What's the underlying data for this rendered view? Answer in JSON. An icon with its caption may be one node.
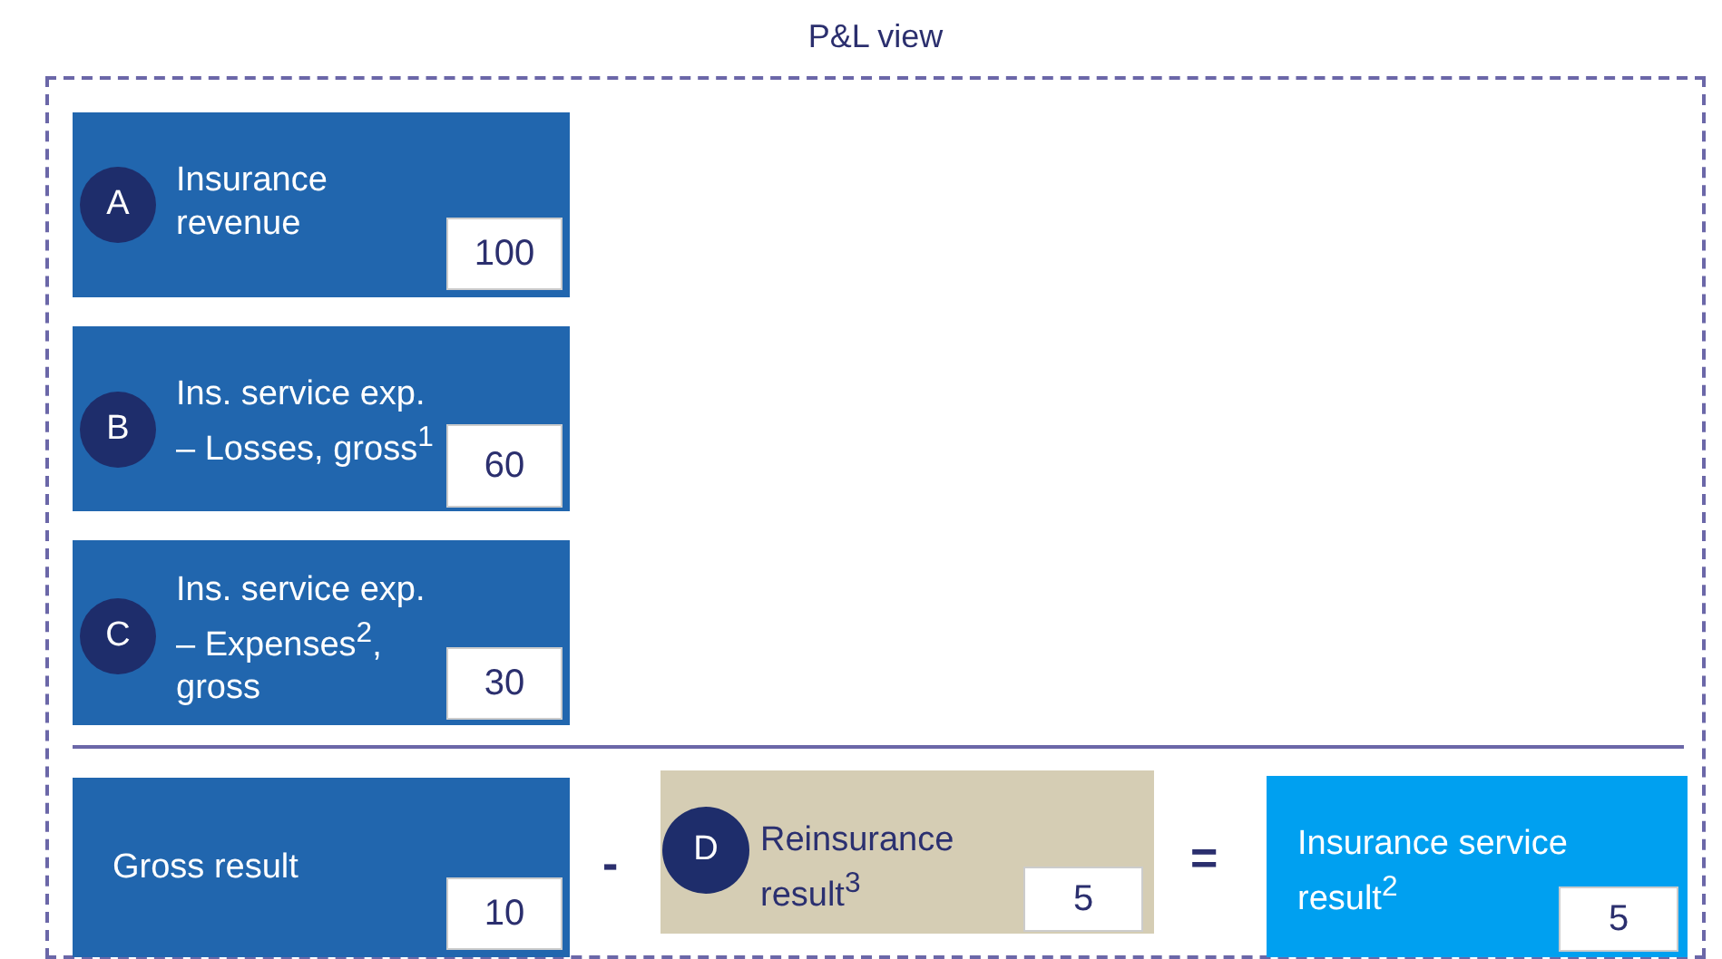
{
  "diagram": {
    "nodes": [
      {
        "text": [
          "P&L view"
        ]
      },
      {
        "text": [
          "Insurance revenue"
        ],
        "in": 0
      },
      {
        "text": [
          "A"
        ],
        "in": 1
      },
      {
        "text": [
          "100"
        ],
        "in": 1
      },
      {
        "text": [
          "Ins. service exp. – Losses, gross$^{1}$"
        ],
        "in": 0
      },
      {
        "text": [
          "B"
        ],
        "in": 4
      },
      {
        "text": [
          "60"
        ],
        "in": 4
      },
      {
        "text": [
          "Ins. service exp. – Expenses$^{2}$, gross"
        ],
        "in": 0
      },
      {
        "text": [
          "C"
        ],
        "in": 7
      },
      {
        "text": [
          "30"
        ],
        "in": 7
      },
      {
        "text": [
          "Gross result"
        ],
        "in": 0
      },
      {
        "text": [
          "10"
        ],
        "in": 10
      },
      {
        "text": [
          "Reinsurance result$^{3}$"
        ],
        "in": 0
      },
      {
        "text": [
          "D"
        ],
        "in": 12
      },
      {
        "text": [
          "5"
        ],
        "in": 12
      },
      {
        "text": [
          "Insurance service result$^{2}$"
        ],
        "in": 0
      },
      {
        "text": [
          "5"
        ],
        "in": 15
      }
    ],
    "edges": [],
    "labels": [
      "-",
      "="
    ]
  }
}
